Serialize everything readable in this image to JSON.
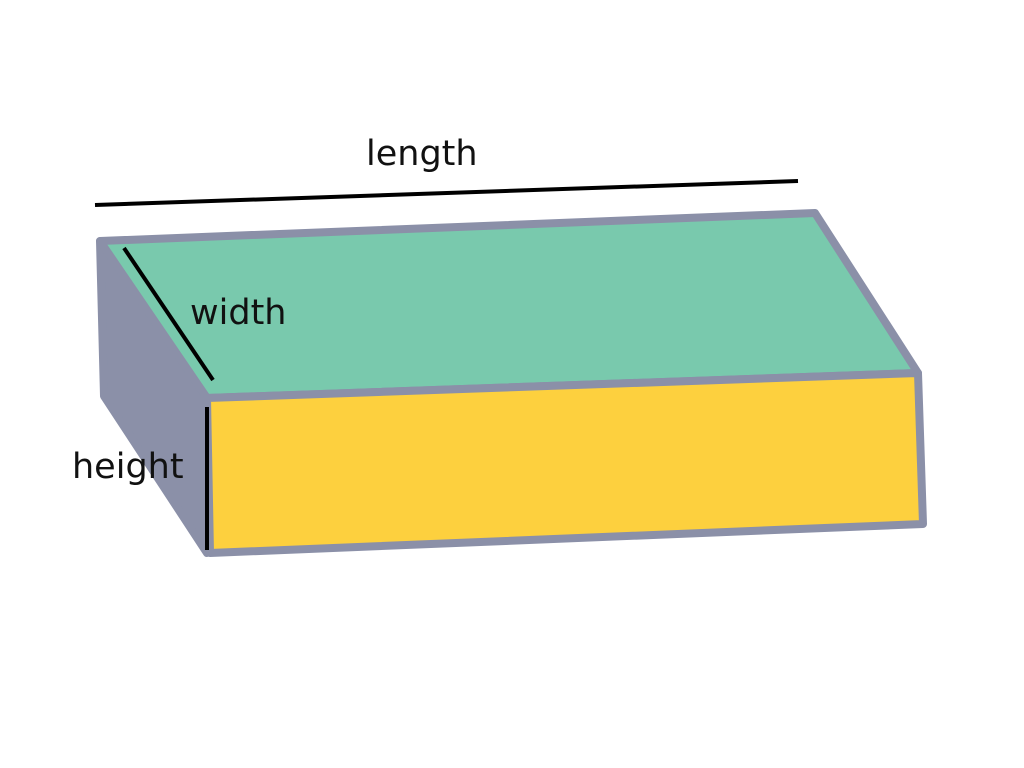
{
  "labels": {
    "length": "length",
    "width": "width",
    "height": "height"
  },
  "colors": {
    "top_face": "#79c9ad",
    "front_face": "#fdd03e",
    "side_face": "#8b90a8",
    "edge_stroke": "#8b90a8",
    "dimension_line": "#000000",
    "background": "#ffffff"
  }
}
